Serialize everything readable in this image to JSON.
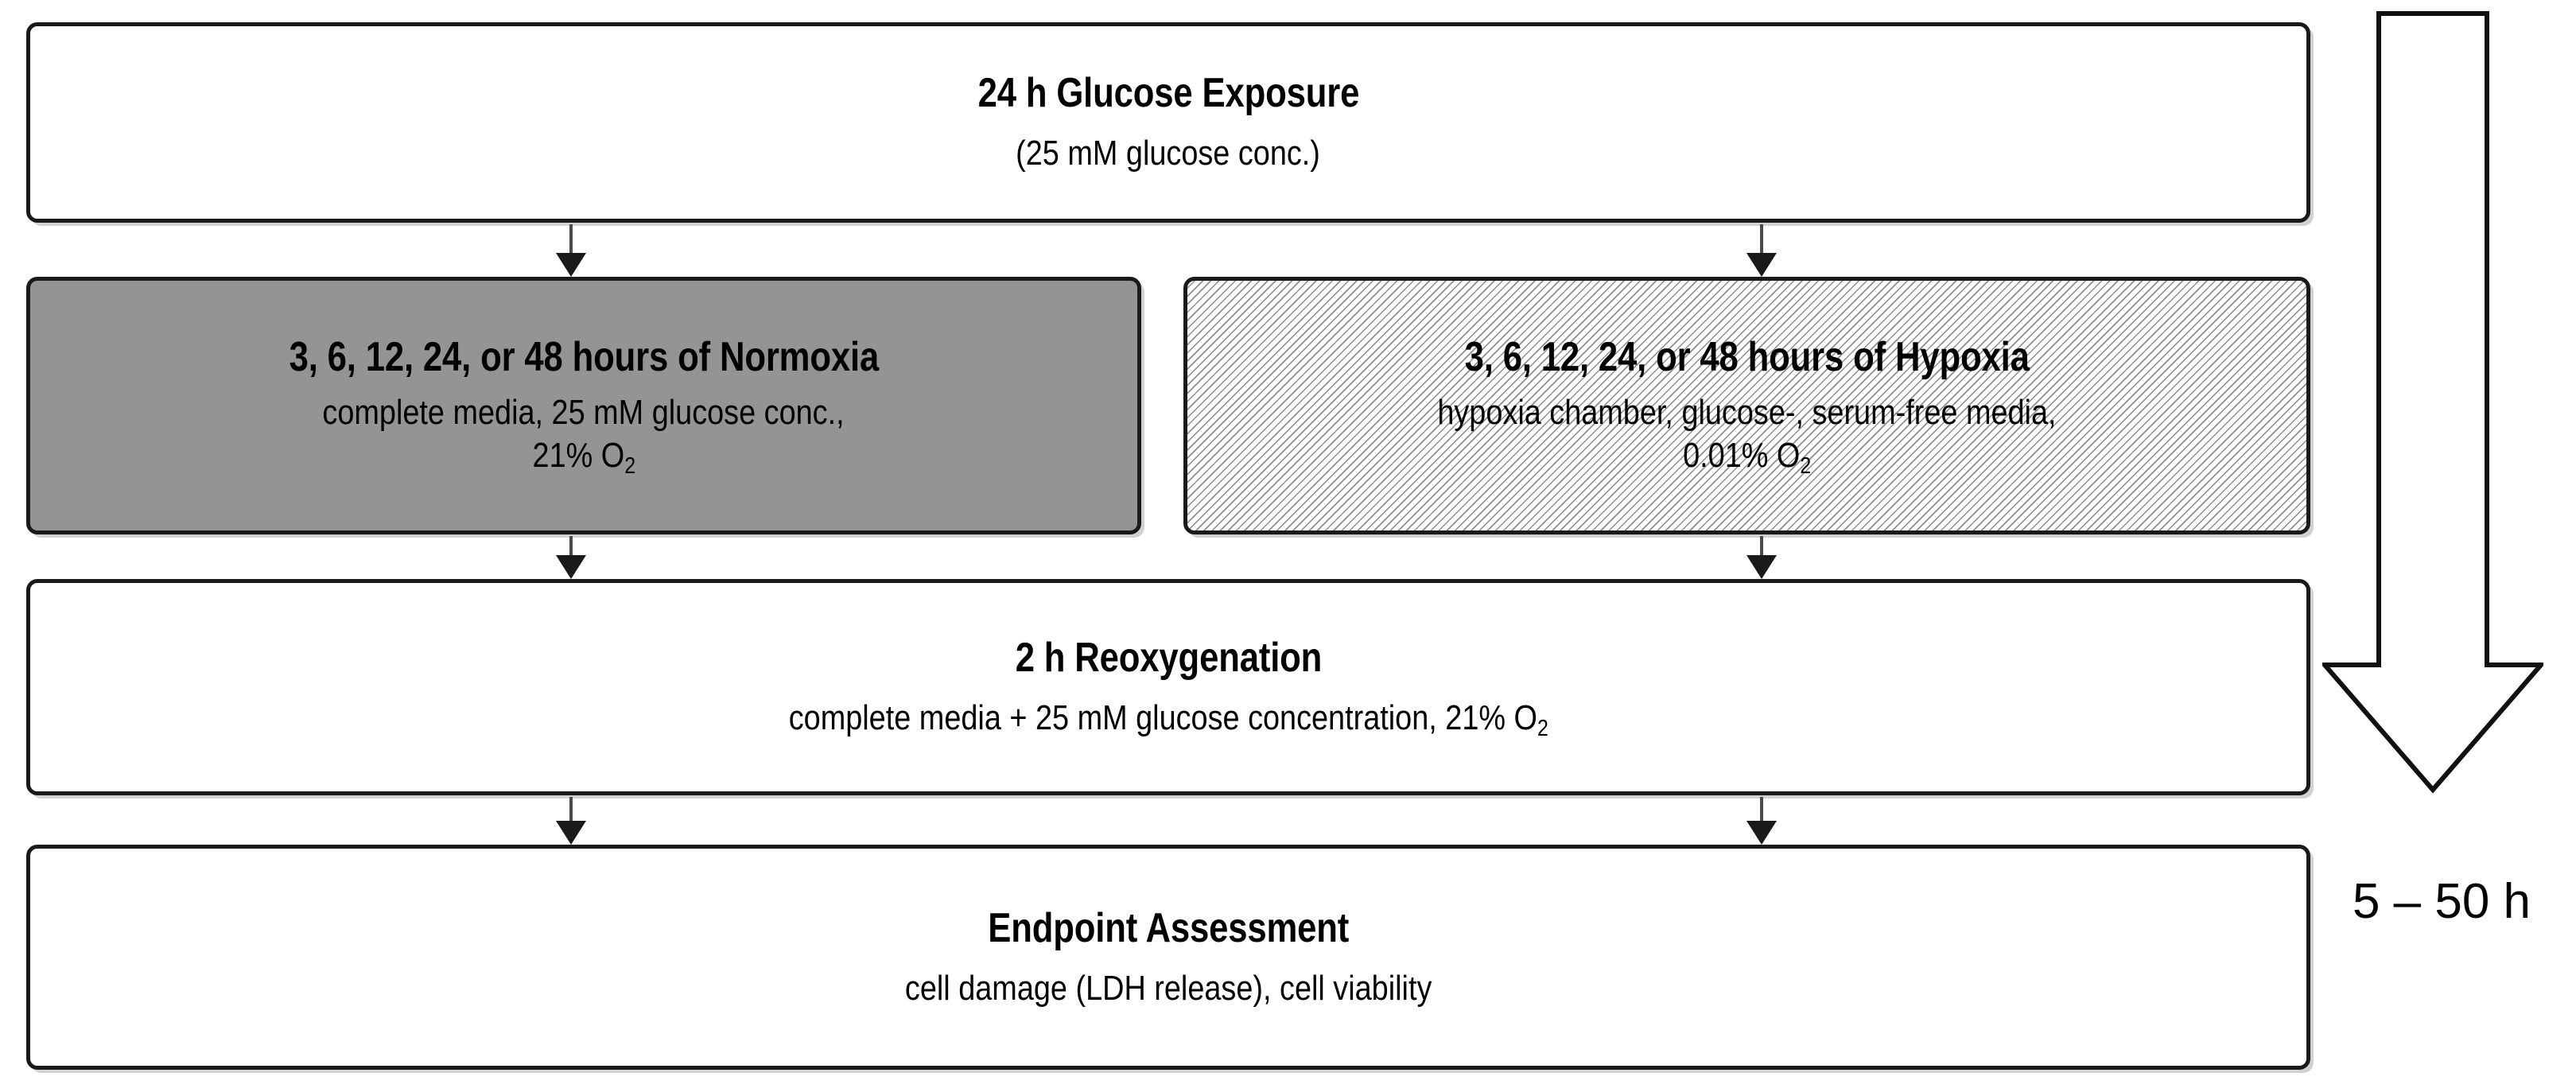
{
  "figure": {
    "kind": "experimental-protocol-flow-diagram",
    "background_color": "#ffffff",
    "outline_color": "#1a1a1a"
  },
  "steps": {
    "glucose_exposure": {
      "title": "24 h Glucose Exposure",
      "subtitle": "(25 mM glucose conc.)",
      "fill": "#ffffff",
      "fill_style": "solid"
    },
    "normoxia": {
      "title": "3, 6, 12, 24, or 48 hours of Normoxia",
      "subtitle_line1": "complete media, 25 mM glucose conc.,",
      "subtitle_line2_prefix": "21% O",
      "subtitle_line2_subscript": "2",
      "fill": "#949494",
      "fill_style": "solid-gray"
    },
    "hypoxia": {
      "title": "3, 6, 12, 24, or 48 hours of Hypoxia",
      "subtitle_line1": "hypoxia chamber, glucose-, serum-free media,",
      "subtitle_line2_prefix": "0.01% O",
      "subtitle_line2_subscript": "2",
      "fill": "#ffffff",
      "fill_style": "diagonal-hatch"
    },
    "reoxygenation": {
      "title": "2 h Reoxygenation",
      "subtitle_prefix": "complete media + 25 mM glucose concentration, 21% O",
      "subtitle_subscript": "2",
      "fill": "#ffffff",
      "fill_style": "solid"
    },
    "endpoint": {
      "title": "Endpoint Assessment",
      "subtitle": "cell damage (LDH release), cell viability",
      "fill": "#ffffff",
      "fill_style": "solid"
    }
  },
  "timeline": {
    "arrow_direction": "down",
    "arrow_fill": "#ffffff",
    "arrow_outline": "#1a1a1a",
    "duration_label": "5 – 50 h"
  },
  "connectors": [
    {
      "name": "exposure-to-normoxia",
      "from": "glucose_exposure",
      "to": "normoxia"
    },
    {
      "name": "exposure-to-hypoxia",
      "from": "glucose_exposure",
      "to": "hypoxia"
    },
    {
      "name": "normoxia-to-reoxygenation",
      "from": "normoxia",
      "to": "reoxygenation"
    },
    {
      "name": "hypoxia-to-reoxygenation",
      "from": "hypoxia",
      "to": "reoxygenation"
    },
    {
      "name": "reoxygenation-to-endpoint-left",
      "from": "reoxygenation",
      "to": "endpoint"
    },
    {
      "name": "reoxygenation-to-endpoint-right",
      "from": "reoxygenation",
      "to": "endpoint"
    }
  ]
}
